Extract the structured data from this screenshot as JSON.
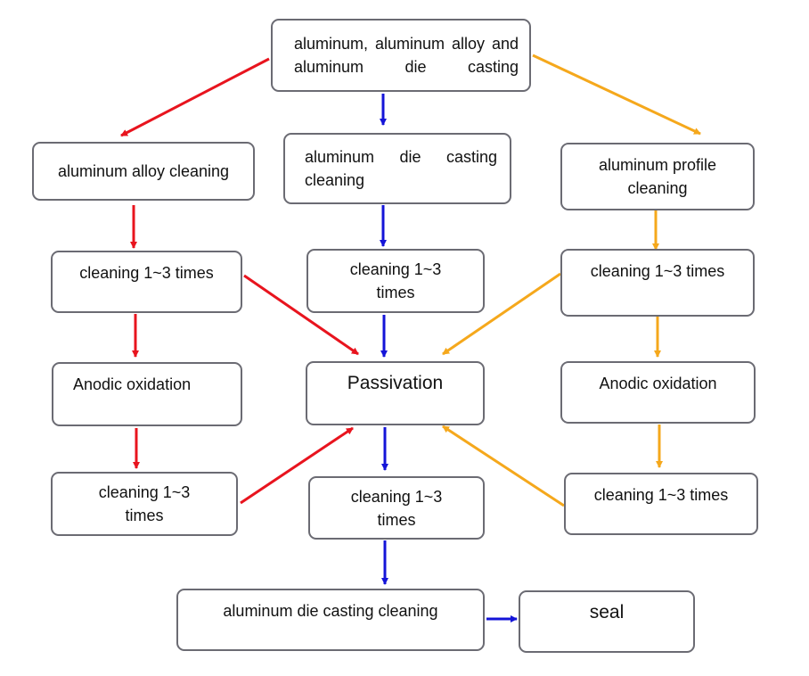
{
  "colors": {
    "red": "#e8141e",
    "blue": "#1414d8",
    "orange": "#f5a81c",
    "box_border": "#6b6b73"
  },
  "nodes": {
    "source": "aluminum, aluminum alloy and aluminum die casting",
    "alloy_cleaning": "aluminum alloy cleaning",
    "die_casting_cleaning": "aluminum die casting cleaning",
    "profile_cleaning": "aluminum profile cleaning",
    "left_clean_1": "cleaning 1~3 times",
    "mid_clean_1": "cleaning 1~3 times",
    "right_clean_1": "cleaning 1~3 times",
    "left_anodic": "Anodic oxidation",
    "passivation": "Passivation",
    "right_anodic": "Anodic oxidation",
    "left_clean_2": "cleaning 1~3 times",
    "mid_clean_2": "cleaning 1~3 times",
    "right_clean_2": "cleaning 1~3 times",
    "final_cleaning": "aluminum die casting cleaning",
    "seal": "seal"
  }
}
